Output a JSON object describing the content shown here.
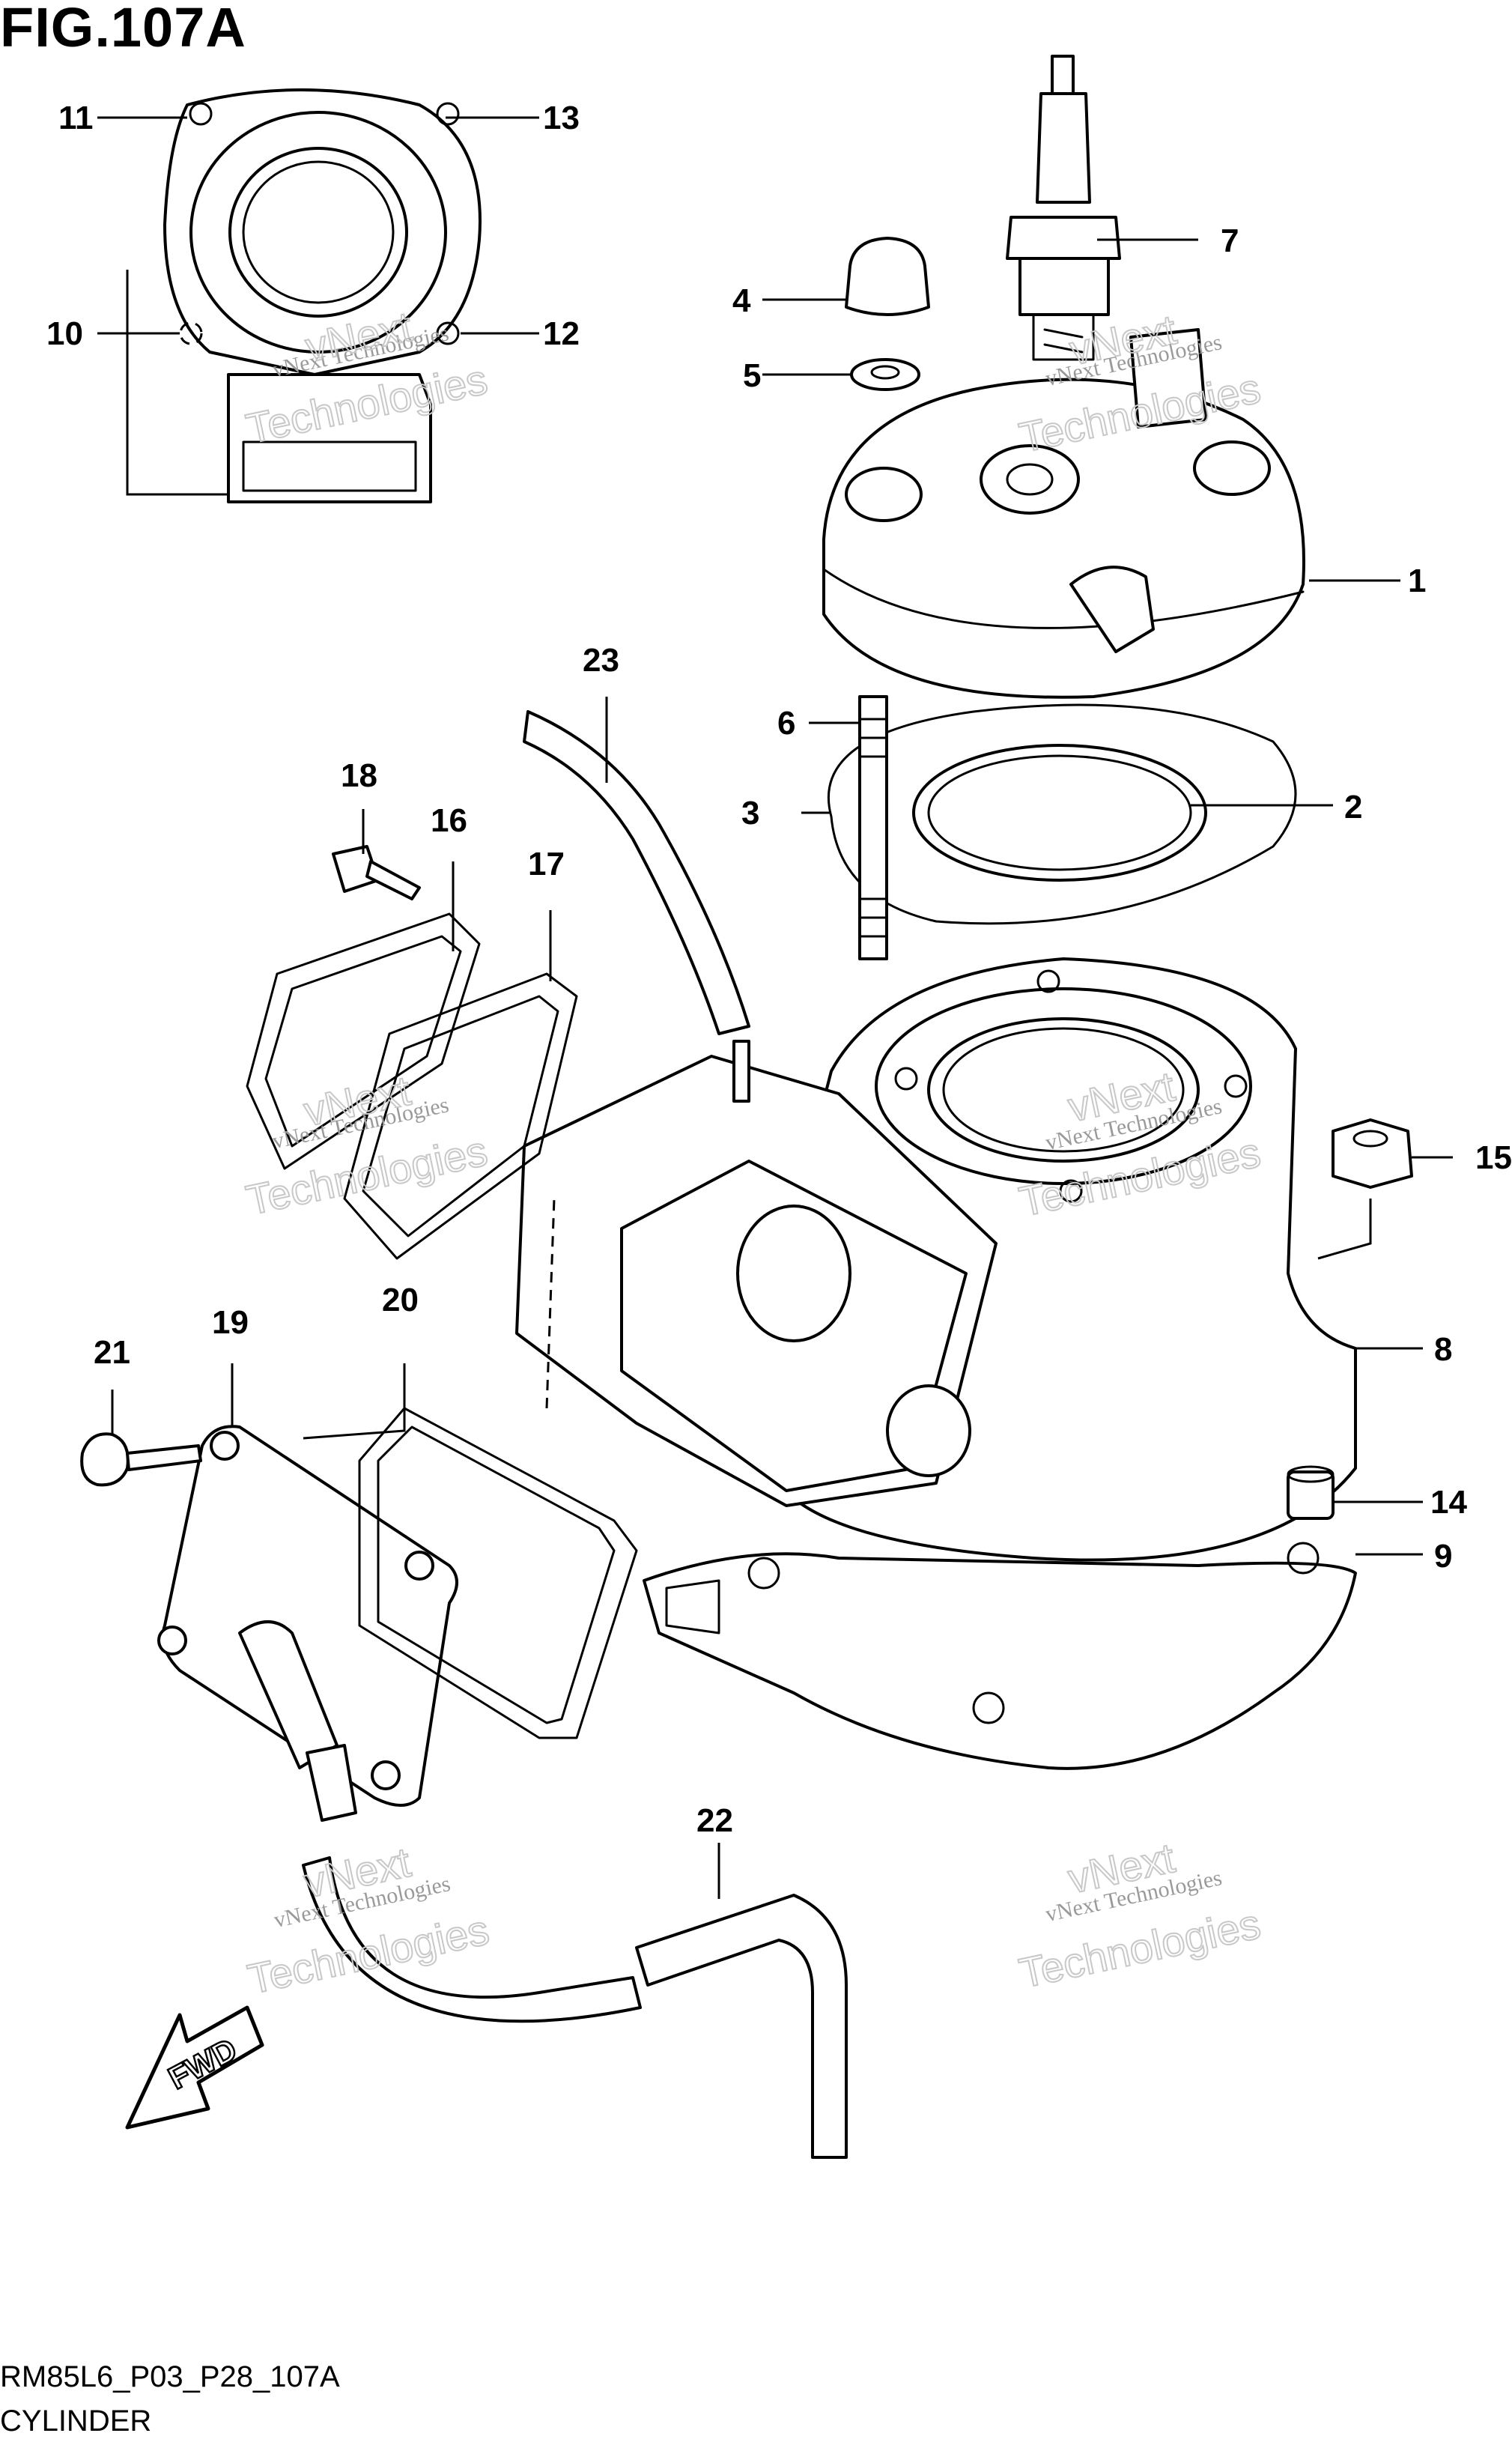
{
  "figure": {
    "title": "FIG.107A",
    "model_code": "RM85L6_P03_P28_107A",
    "name": "CYLINDER"
  },
  "callouts": [
    {
      "id": "1",
      "label": "1"
    },
    {
      "id": "2",
      "label": "2"
    },
    {
      "id": "3",
      "label": "3"
    },
    {
      "id": "4",
      "label": "4"
    },
    {
      "id": "5",
      "label": "5"
    },
    {
      "id": "6",
      "label": "6"
    },
    {
      "id": "7",
      "label": "7"
    },
    {
      "id": "8",
      "label": "8"
    },
    {
      "id": "9",
      "label": "9"
    },
    {
      "id": "10",
      "label": "10"
    },
    {
      "id": "11",
      "label": "11"
    },
    {
      "id": "12",
      "label": "12"
    },
    {
      "id": "13",
      "label": "13"
    },
    {
      "id": "14",
      "label": "14"
    },
    {
      "id": "15",
      "label": "15"
    },
    {
      "id": "16",
      "label": "16"
    },
    {
      "id": "17",
      "label": "17"
    },
    {
      "id": "18",
      "label": "18"
    },
    {
      "id": "19",
      "label": "19"
    },
    {
      "id": "20",
      "label": "20"
    },
    {
      "id": "21",
      "label": "21"
    },
    {
      "id": "22",
      "label": "22"
    },
    {
      "id": "23",
      "label": "23"
    }
  ],
  "direction_marker": "FWD",
  "watermark": {
    "small": "vNext Technologies",
    "large": "Technologies",
    "large_prefix": "vNext"
  }
}
